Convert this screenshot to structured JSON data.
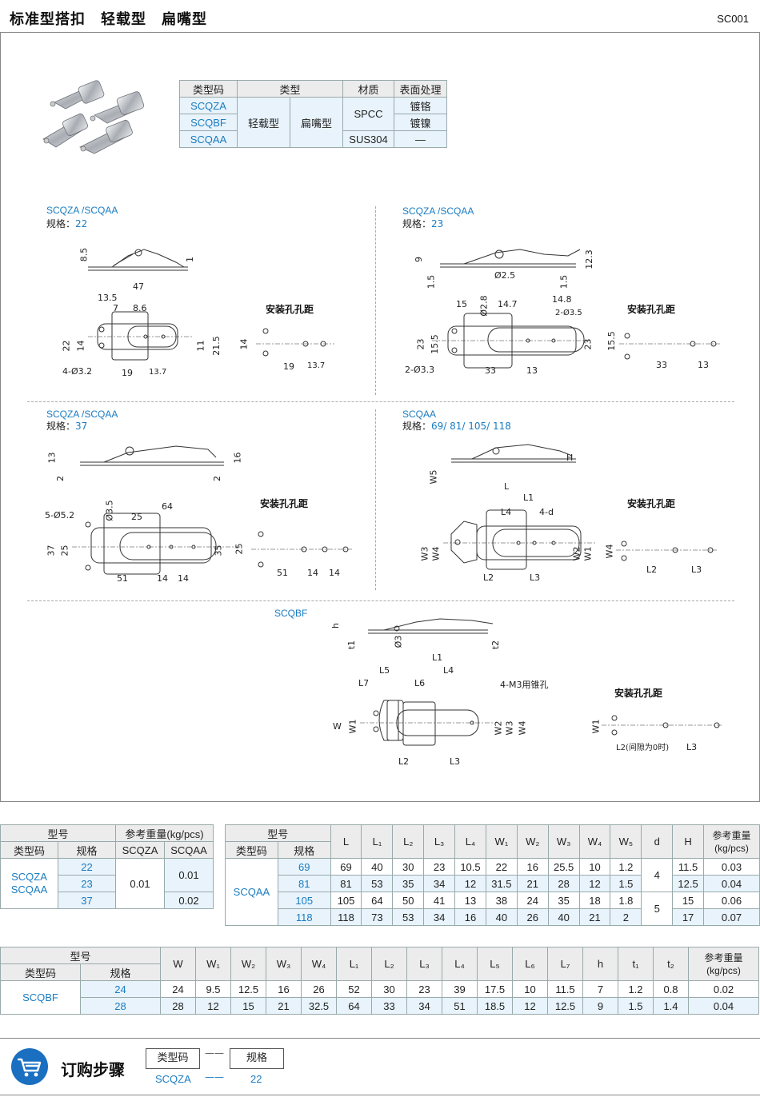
{
  "header": {
    "title": "标准型搭扣　轻载型　扁嘴型",
    "code": "SC001"
  },
  "type_table": {
    "headers": [
      "类型码",
      "类型",
      "材质",
      "表面处理"
    ],
    "codes": [
      "SCQZA",
      "SCQBF",
      "SCQAA"
    ],
    "type1": "轻载型",
    "type2": "扁嘴型",
    "material1": "SPCC",
    "material2": "SUS304",
    "finishes": [
      "镀铬",
      "镀镍",
      "—"
    ]
  },
  "sections": {
    "s1": {
      "codes": "SCQZA /SCQAA",
      "spec_label": "规格：",
      "spec": "22"
    },
    "s2": {
      "codes": "SCQZA /SCQAA",
      "spec_label": "规格：",
      "spec": "23"
    },
    "s3": {
      "codes": "SCQZA /SCQAA",
      "spec_label": "规格：",
      "spec": "37"
    },
    "s4": {
      "codes": "SCQAA",
      "spec_label": "规格：",
      "spec": "69/ 81/ 105/ 118"
    },
    "s5": {
      "codes": "SCQBF"
    }
  },
  "mount_label": "安装孔孔距",
  "dims": {
    "s1": [
      "8.5",
      "1",
      "47",
      "13.5",
      "7",
      "8.6",
      "22",
      "14",
      "11",
      "21.5",
      "4-Ø3.2",
      "19",
      "13.7",
      "14",
      "19",
      "13.7"
    ],
    "s2": [
      "9",
      "1.5",
      "1.5",
      "12.3",
      "Ø2.5",
      "15",
      "Ø2.8",
      "14.7",
      "14.8",
      "2-Ø3.5",
      "23",
      "15.5",
      "23",
      "2-Ø3.3",
      "33",
      "13",
      "15.5",
      "33",
      "13"
    ],
    "s3": [
      "13",
      "2",
      "2",
      "16",
      "5-Ø5.2",
      "Ø3.5",
      "64",
      "25",
      "37",
      "25",
      "35",
      "51",
      "14",
      "14",
      "25",
      "51",
      "14",
      "14"
    ],
    "s4": [
      "W5",
      "H",
      "L",
      "L1",
      "L4",
      "4-d",
      "W3",
      "W4",
      "W2",
      "W1",
      "L2",
      "L3",
      "W4",
      "L2",
      "L3"
    ],
    "s5": [
      "h",
      "t1",
      "Ø3",
      "t2",
      "L1",
      "L5",
      "L4",
      "L7",
      "L6",
      "4-M3用锥孔",
      "W",
      "W1",
      "W2",
      "W3",
      "W4",
      "L2",
      "L3",
      "W1",
      "L2(间隙为0时)",
      "L3"
    ]
  },
  "table_zq": {
    "model_label": "型号",
    "weight_label": "参考重量(kg/pcs)",
    "col_type": "类型码",
    "col_spec": "规格",
    "col_a": "SCQZA",
    "col_b": "SCQAA",
    "type_codes": "SCQZA\nSCQAA",
    "specs": [
      "22",
      "23",
      "37"
    ],
    "weight_a": "0.01",
    "weight_b1": "0.01",
    "weight_b2": "0.02"
  },
  "table_aa": {
    "model_label": "型号",
    "col_type": "类型码",
    "col_spec": "规格",
    "cols": [
      "L",
      "L₁",
      "L₂",
      "L₃",
      "L₄",
      "W₁",
      "W₂",
      "W₃",
      "W₄",
      "W₅",
      "d",
      "H"
    ],
    "weight_label": "参考重量(kg/pcs)",
    "type_code": "SCQAA",
    "rows": [
      {
        "spec": "69",
        "vals": [
          "69",
          "40",
          "30",
          "23",
          "10.5",
          "22",
          "16",
          "25.5",
          "10",
          "1.2"
        ],
        "H": "11.5",
        "w": "0.03"
      },
      {
        "spec": "81",
        "vals": [
          "81",
          "53",
          "35",
          "34",
          "12",
          "31.5",
          "21",
          "28",
          "12",
          "1.5"
        ],
        "H": "12.5",
        "w": "0.04"
      },
      {
        "spec": "105",
        "vals": [
          "105",
          "64",
          "50",
          "41",
          "13",
          "38",
          "24",
          "35",
          "18",
          "1.8"
        ],
        "H": "15",
        "w": "0.06"
      },
      {
        "spec": "118",
        "vals": [
          "118",
          "73",
          "53",
          "34",
          "16",
          "40",
          "26",
          "40",
          "21",
          "2"
        ],
        "H": "17",
        "w": "0.07"
      }
    ],
    "d1": "4",
    "d2": "5"
  },
  "table_bf": {
    "model_label": "型号",
    "col_type": "类型码",
    "col_spec": "规格",
    "cols": [
      "W",
      "W₁",
      "W₂",
      "W₃",
      "W₄",
      "L₁",
      "L₂",
      "L₃",
      "L₄",
      "L₅",
      "L₆",
      "L₇",
      "h",
      "t₁",
      "t₂"
    ],
    "weight_label": "参考重量(kg/pcs)",
    "type_code": "SCQBF",
    "rows": [
      {
        "spec": "24",
        "vals": [
          "24",
          "9.5",
          "12.5",
          "16",
          "26",
          "52",
          "30",
          "23",
          "39",
          "17.5",
          "10",
          "11.5",
          "7",
          "1.2",
          "0.8"
        ],
        "w": "0.02"
      },
      {
        "spec": "28",
        "vals": [
          "28",
          "12",
          "15",
          "21",
          "32.5",
          "64",
          "33",
          "34",
          "51",
          "18.5",
          "12",
          "12.5",
          "9",
          "1.5",
          "1.4"
        ],
        "w": "0.04"
      }
    ]
  },
  "order": {
    "title": "订购步骤",
    "box1": "类型码",
    "box2": "规格",
    "ex1": "SCQZA",
    "ex2": "22",
    "dash": "——"
  },
  "colors": {
    "accent": "#1a7cc1",
    "header_bg": "#ececec",
    "highlight_bg": "#e8f3fb",
    "icon_bg": "#1a6fc0"
  }
}
